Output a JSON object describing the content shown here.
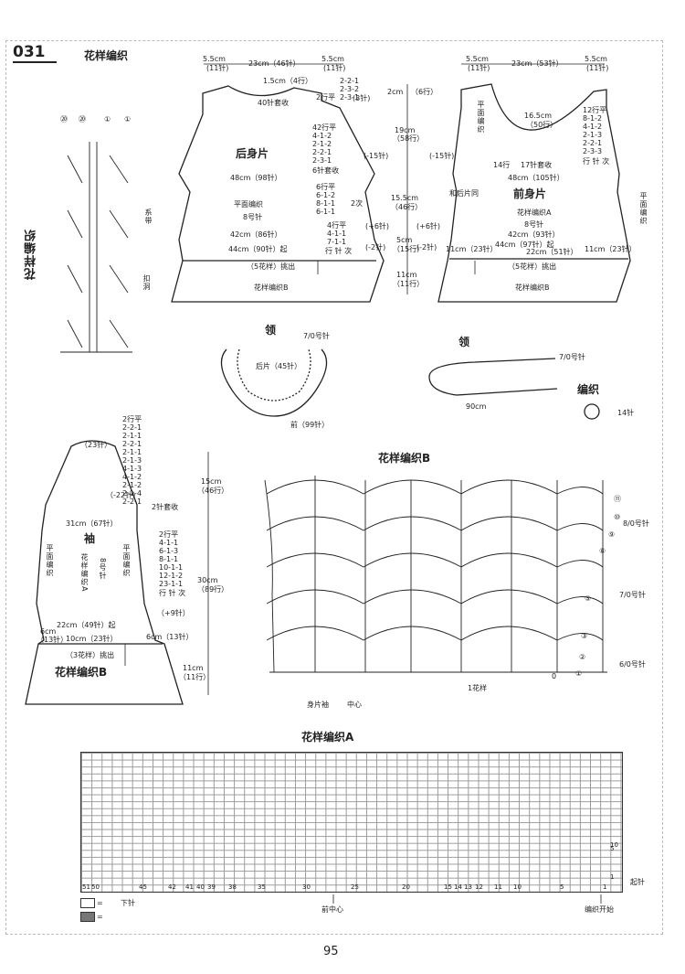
{
  "header": {
    "code": "031",
    "title": "花样编织"
  },
  "side_label": "花样编织",
  "side_markers": [
    "⑳",
    "⑳",
    "①",
    "①"
  ],
  "side_notes": {
    "tie": "系带",
    "hole": "扣洞"
  },
  "back": {
    "title": "后身片",
    "top_left": "5.5cm",
    "top_left_rows": "(11针)",
    "top_mid": "23cm（46针）",
    "top_right": "5.5cm",
    "top_right_rows": "(11针)",
    "neck": "1.5cm（4行）",
    "bind": "40针套收",
    "neck_steps": [
      "2-2-1",
      "2-3-2",
      "2-3-1"
    ],
    "neck_rows": "2行平",
    "neck_rows2": "(3针)",
    "shoulder_steps": [
      "42行平",
      "4-1-2",
      "2-1-2",
      "2-2-1",
      "2-3-1"
    ],
    "shoulder_bind": "6针套收",
    "dec": "(-15针)",
    "chest": "48cm（98针）",
    "side_steps": [
      "6行平",
      "6-1-2",
      "8-1-1",
      "6-1-1"
    ],
    "times": "2次",
    "plain": "平面编织",
    "needle": "8号针",
    "waist": "42cm（86针）",
    "waist_steps": [
      "4行平",
      "4-1-1",
      "7-1-1"
    ],
    "row_needle_times": "行 针 次",
    "hem": "44cm（90针）起",
    "pick": "（5花样）挑出",
    "pattern": "花样编织B",
    "plus": "(+6针)",
    "minus": "(-2针)"
  },
  "mid_dims": {
    "a": "2cm",
    "a_rows": "（6行）",
    "b": "19cm",
    "b_rows": "（58行）",
    "c": "15.5cm",
    "c_rows": "（46行）",
    "d": "5cm",
    "d_rows": "（15行）",
    "e": "11cm",
    "e_rows": "（11行）"
  },
  "front": {
    "title": "前身片",
    "top_left": "5.5cm",
    "top_left_rows": "(11针)",
    "top_mid": "23cm（53针）",
    "top_right": "5.5cm",
    "top_right_rows": "(11针)",
    "neck": "16.5cm",
    "neck_rows": "（50行）",
    "steps": [
      "12行平",
      "8-1-2",
      "4-1-2",
      "2-1-3",
      "2-2-1",
      "2-3-3"
    ],
    "rnt": "行 针 次",
    "left_side": "平面编织",
    "same_back": "和后片同",
    "rows14": "14行",
    "bind": "17针套收",
    "dec": "(-15针)",
    "chest": "48cm（105针）",
    "pattern_a": "花样编织A",
    "needle": "8号针",
    "waist": "42cm（93针）",
    "left_part": "11cm（23针）",
    "hem": "44cm（97针）起",
    "right_part": "11cm（23针）",
    "mid_part": "22cm（51针）",
    "pick": "（5花样）挑出",
    "pattern_b": "花样编织B",
    "right_side": "平面编织",
    "plus": "(+6针)",
    "minus": "(-2针)"
  },
  "collar": {
    "title": "领",
    "needle": "7/0号针",
    "back": "后片（45针）",
    "front": "前（99针）"
  },
  "collar2": {
    "title": "领",
    "needle": "7/0号针",
    "len": "90cm",
    "knit": "编织",
    "stitches": "14针"
  },
  "sleeve": {
    "top": "（23针）",
    "steps": [
      "2行平",
      "2-2-1",
      "2-1-1",
      "2-2-1",
      "2-1-1",
      "2-1-3",
      "4-1-3",
      "4-1-2",
      "2-1-2",
      "2-1-4",
      "2-2-1"
    ],
    "dec": "（-22针）",
    "bind": "2针套收",
    "width": "31cm（67针）",
    "title": "袖",
    "left_plain": "平面编织",
    "pattern": "花样编织A",
    "needle": "8号针",
    "right_plain": "平面编织",
    "inc_steps": [
      "2行平",
      "4-1-1",
      "6-1-3",
      "8-1-1",
      "10-1-1",
      "12-1-2",
      "23-1-1"
    ],
    "rnt": "行 针 次",
    "plus": "（+9针）",
    "cuff": "22cm（49针）起",
    "left6": "6cm",
    "left6b": "（13针）",
    "center": "10cm（23针）",
    "right6": "6cm（13针）",
    "pick": "（3花样）挑出",
    "pattern_b": "花样编织B",
    "h15": "15cm",
    "h15r": "（46行）",
    "h30": "30cm",
    "h30r": "（89行）",
    "h11": "11cm",
    "h11r": "（11行）"
  },
  "pattern_b": {
    "title": "花样编织B",
    "row_marks": [
      "⑪",
      "⑩",
      "⑨",
      "⑧",
      "⑤",
      "③",
      "②",
      "①"
    ],
    "needle_8": "8/0号针",
    "needle_7": "7/0号针",
    "needle_6": "6/0号针",
    "repeat": "1花样",
    "center": "身片袖",
    "center2": "中心",
    "zero": "0"
  },
  "pattern_a": {
    "title": "花样编织A",
    "col_labels": [
      "51",
      "50",
      "45",
      "42",
      "41",
      "40",
      "39",
      "38",
      "35",
      "30",
      "25",
      "20",
      "15",
      "14",
      "13",
      "12",
      "11",
      "10",
      "5",
      "1"
    ],
    "row_labels": [
      "10",
      "5",
      "1"
    ],
    "start": "起针",
    "center": "前中心",
    "begin": "编织开始",
    "legend1": "= ",
    "legend1b": "下针",
    "legend2": "="
  },
  "page_number": "95"
}
